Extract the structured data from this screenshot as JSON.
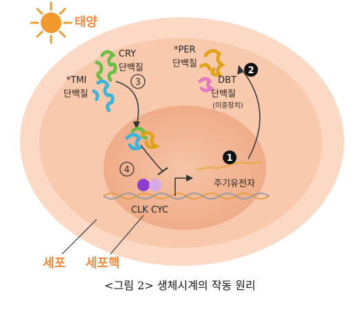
{
  "sun_label": "태양",
  "cell_label": "세포",
  "nucleus_label": "세포핵",
  "cry_protein": {
    "line1": "CRY",
    "line2": "단백질"
  },
  "tmi_protein": {
    "line1": "*TMI",
    "line2": "단백질"
  },
  "per_protein": {
    "line1": "*PER",
    "line2": "단백질"
  },
  "dbt_protein": {
    "line1": "DBT",
    "line2": "단백질",
    "line3": "(이중장치)"
  },
  "gene_label": "주기유전자",
  "clk_cyc_label": "CLK  CYC",
  "steps": {
    "s1": "1",
    "s2": "2",
    "s3": "3",
    "s4": "4"
  },
  "caption": "<그림 2> 생체시계의 작동 원리",
  "colors": {
    "outer_ring": "#fbd9c4",
    "cytoplasm": "#f8c9ad",
    "nucleus": "#f3b696",
    "sun": "#f29a2e",
    "label_orange": "#f28a3a",
    "cry": "#6cbd45",
    "tmi": "#3bb4d8",
    "per": "#e0a216",
    "dbt": "#e47bc0",
    "clk": "#8a3fd1",
    "cyc": "#d7a8e6",
    "dna_a": "#e4a04a",
    "dna_b": "#9a9a9a"
  }
}
